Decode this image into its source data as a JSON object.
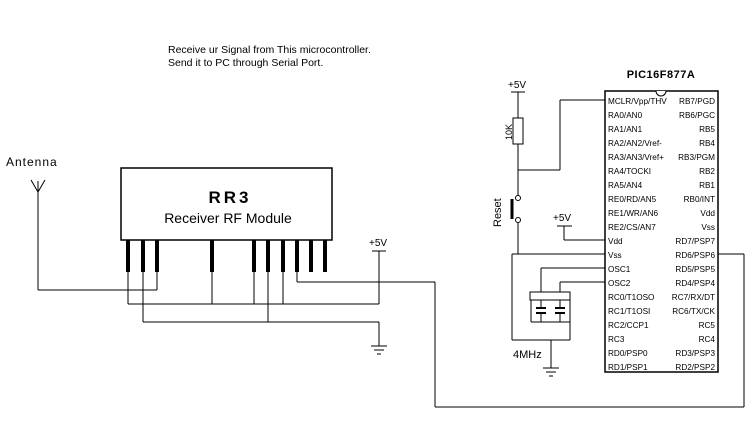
{
  "note": {
    "line1": "Receive ur Signal from This microcontroller.",
    "line2": "Send it to PC through Serial Port."
  },
  "antenna": {
    "label": "Antenna"
  },
  "receiver": {
    "title": "RR3",
    "subtitle": "Receiver RF Module"
  },
  "supply": {
    "rf": "+5V",
    "mcu_top": "+5V",
    "mcu_vdd": "+5V"
  },
  "resistor": {
    "label": "10K"
  },
  "reset": {
    "label": "Reset"
  },
  "crystal": {
    "label": "4MHz"
  },
  "mcu": {
    "title": "PIC16F877A",
    "left_pins": [
      "MCLR/Vpp/THV",
      "RA0/AN0",
      "RA1/AN1",
      "RA2/AN2/Vref-",
      "RA3/AN3/Vref+",
      "RA4/TOCKI",
      "RA5/AN4",
      "RE0/RD/AN5",
      "RE1/WR/AN6",
      "RE2/CS/AN7",
      "Vdd",
      "Vss",
      "OSC1",
      "OSC2",
      "RC0/T1OSO",
      "RC1/T1OSI",
      "RC2/CCP1",
      "RC3",
      "RD0/PSP0",
      "RD1/PSP1"
    ],
    "right_pins": [
      "RB7/PGD",
      "RB6/PGC",
      "RB5",
      "RB4",
      "RB3/PGM",
      "RB2",
      "RB1",
      "RB0/INT",
      "Vdd",
      "Vss",
      "RD7/PSP7",
      "RD6/PSP6",
      "RD5/PSP5",
      "RD4/PSP4",
      "RC7/RX/DT",
      "RC6/TX/CK",
      "RC5",
      "RC4",
      "RD3/PSP3",
      "RD2/PSP2"
    ]
  }
}
